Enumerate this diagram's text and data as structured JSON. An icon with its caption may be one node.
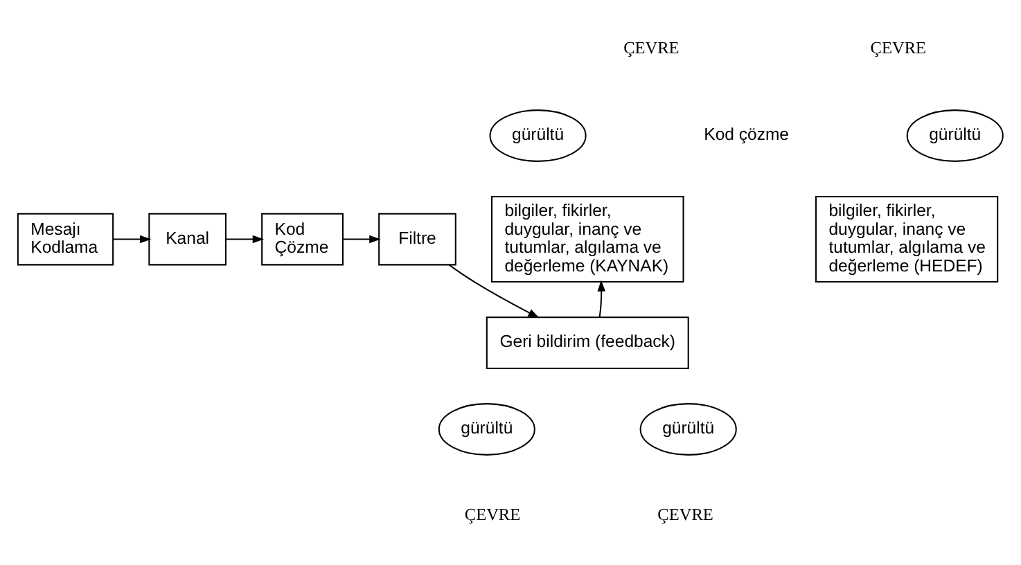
{
  "diagram": {
    "nodes": [
      {
        "text": [
          "gürültü"
        ]
      },
      {
        "text": [
          "gürültü"
        ]
      },
      {
        "text": [
          "bilgiler, fikirler, duygular, inanç ve tutumlar, algılama ve değerleme (KAYNAK)"
        ]
      },
      {
        "text": [
          "Mesajı Kodlama"
        ]
      },
      {
        "text": [
          "Kanal"
        ]
      },
      {
        "text": [
          "Kod Çözme"
        ]
      },
      {
        "text": [
          "Filtre"
        ]
      },
      {
        "text": [
          "bilgiler, fikirler, duygular, inanç ve tutumlar, algılama ve değerleme (HEDEF)"
        ]
      },
      {
        "text": [
          "Geri bildirim (feedback)"
        ]
      },
      {
        "text": [
          "gürültü"
        ]
      },
      {
        "text": [
          "gürültü"
        ]
      }
    ],
    "edges": [
      {
        "from": 3,
        "to": 4,
        "arrow": "to"
      },
      {
        "from": 4,
        "to": 5,
        "arrow": "to"
      },
      {
        "from": 5,
        "to": 6,
        "arrow": "to"
      },
      {
        "from": 6,
        "to": 8,
        "arrow": "to"
      },
      {
        "from": 8,
        "to": 2,
        "arrow": "to"
      }
    ],
    "labels": [
      "ÇEVRE",
      "ÇEVRE",
      "Kod çözme",
      "ÇEVRE",
      "ÇEVRE"
    ]
  }
}
